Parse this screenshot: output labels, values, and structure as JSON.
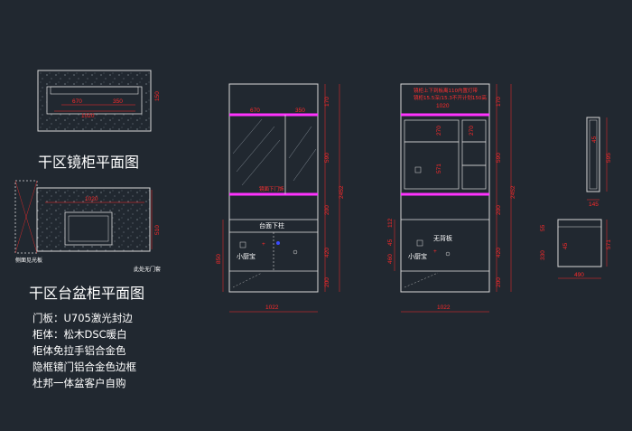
{
  "titles": {
    "mirror_cabinet_plan": "干区镜柜平面图",
    "basin_cabinet_plan": "干区台盆柜平面图"
  },
  "notes": [
    "门板：U705激光封边",
    "柜体：松木DSC暖白",
    "柜体免拉手铝合金色",
    "隐框镜门铝合金色边框",
    "杜邦一体盆客户自购"
  ],
  "plan_labels": {
    "side_panel": "侧面见光板",
    "no_door": "此处无门套"
  },
  "front_labels": {
    "small_drawer": "小厨宝",
    "basin_top": "台面下柱",
    "no_back": "无背板",
    "mirror_note": "镜面下门饰"
  },
  "interior_note": {
    "line1": "镜柜上下到板离110内置灯带",
    "line2": "镜柜15.5深/15.3不开计划150高"
  },
  "dimensions": {
    "mirror_w": "1020",
    "seg_670": "670",
    "seg_350": "350",
    "plan_depth": "150",
    "total_h": "2452",
    "bottom_w": "1022",
    "h_170": "170",
    "h_590": "590",
    "h_850": "850",
    "h_460": "460",
    "h_420": "420",
    "h_200": "200",
    "h_112": "112",
    "h_270": "270",
    "h_571": "571",
    "h_45": "45",
    "h_55": "55",
    "side_w_145": "145",
    "side_h_595": "595",
    "side_w_490": "490",
    "side_h_330": "330",
    "basin_w": "1020",
    "basin_d": "510"
  },
  "colors": {
    "background": "#212830",
    "line": "#d9d9d9",
    "dimension": "#ff2a2a",
    "magenta": "#ff33ff",
    "blue": "#3a4bff"
  }
}
